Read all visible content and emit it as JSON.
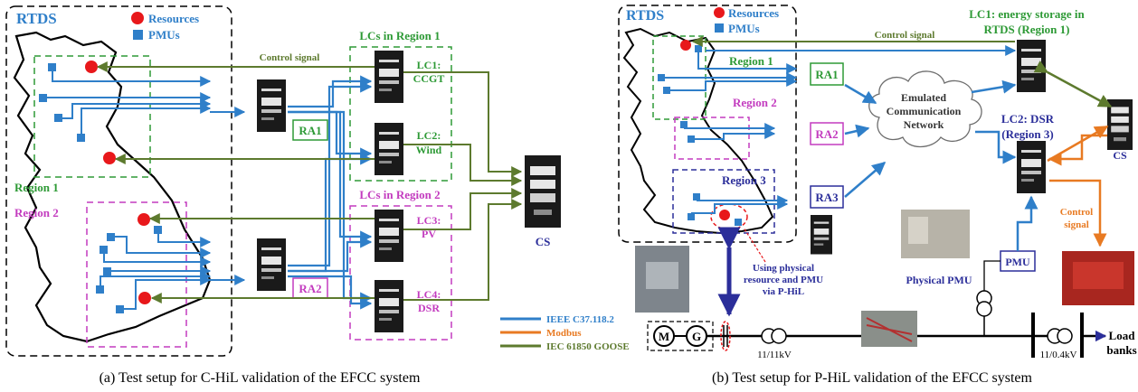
{
  "panel_a": {
    "rtds_label": "RTDS",
    "legend_resources": "Resources",
    "legend_pmus": "PMUs",
    "control_signal": "Control signal",
    "region1": "Region 1",
    "region2": "Region 2",
    "lcs_region1": "LCs in Region 1",
    "lcs_region2": "LCs in Region 2",
    "lc1_a": "LC1:",
    "lc1_b": "CCGT",
    "lc2_a": "LC2:",
    "lc2_b": "Wind",
    "lc3_a": "LC3:",
    "lc3_b": "PV",
    "lc4_a": "LC4:",
    "lc4_b": "DSR",
    "ra1": "RA1",
    "ra2": "RA2",
    "cs": "CS",
    "caption": "(a) Test setup for C-HiL validation of the EFCC system"
  },
  "legend_lines": [
    {
      "label": "IEEE C37.118.2",
      "color": "#2f7fc9"
    },
    {
      "label": "Modbus",
      "color": "#e87a22"
    },
    {
      "label": "IEC 61850 GOOSE",
      "color": "#5d7a2e"
    }
  ],
  "panel_b": {
    "rtds_label": "RTDS",
    "legend_resources": "Resources",
    "legend_pmus": "PMUs",
    "control_signal": "Control signal",
    "region1": "Region 1",
    "region2": "Region 2",
    "region3": "Region 3",
    "ra1": "RA1",
    "ra2": "RA2",
    "ra3": "RA3",
    "network_1": "Emulated",
    "network_2": "Communication",
    "network_3": "Network",
    "lc1_a": "LC1: energy storage  in",
    "lc1_b": "RTDS (Region 1)",
    "lc2_a": "LC2: DSR",
    "lc2_b": "(Region 3)",
    "cs": "CS",
    "control_signal_a": "Control",
    "control_signal_b": "signal",
    "physical_1": "Using physical",
    "physical_2": "resource and PMU",
    "physical_3": "via P-HiL",
    "physical_pmu": "Physical PMU",
    "pmu_box": "PMU",
    "motor": "M",
    "generator": "G",
    "tx1": "11/11kV",
    "tx2": "11/0.4kV",
    "load_1": "Load",
    "load_2": "banks",
    "caption": "(b) Test setup for P-HiL validation of the EFCC system"
  },
  "colors": {
    "blue": "#2f7fc9",
    "orange": "#e87a22",
    "olive": "#5d7a2e",
    "green_region": "#2e9a36",
    "magenta_region": "#c33cbf",
    "navy": "#2b2e9a",
    "red": "#e8181b"
  }
}
